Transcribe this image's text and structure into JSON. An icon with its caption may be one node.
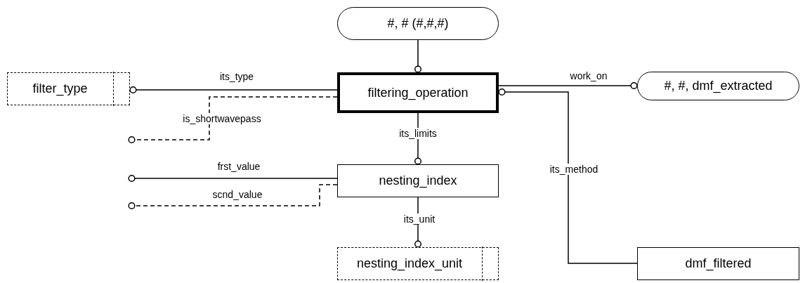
{
  "diagram": {
    "nodes": [
      {
        "text": [
          "#, # (#,#,#)"
        ]
      },
      {
        "text": [
          "filter_type"
        ]
      },
      {
        "text": [
          "filtering_operation"
        ]
      },
      {
        "text": [
          "#, #, dmf_extracted"
        ]
      },
      {
        "text": [
          "nesting_index"
        ]
      },
      {
        "text": [
          "nesting_index_unit"
        ]
      },
      {
        "text": [
          "dmf_filtered"
        ]
      }
    ],
    "edges": [
      {
        "from": 0,
        "to": 2,
        "arrow": "other"
      },
      {
        "from": 2,
        "to": 1,
        "arrow": "other",
        "label": "its_type"
      },
      {
        "from": 2,
        "to": null,
        "arrow": "other",
        "label": "is_shortwavepass",
        "style": "dashed"
      },
      {
        "from": 2,
        "to": 3,
        "arrow": "other",
        "label": "work_on"
      },
      {
        "from": 6,
        "to": 2,
        "arrow": "other",
        "label": "its_method"
      },
      {
        "from": 2,
        "to": 4,
        "arrow": "other",
        "label": "its_limits"
      },
      {
        "from": 4,
        "to": null,
        "arrow": "other",
        "label": "frst_value"
      },
      {
        "from": 4,
        "to": null,
        "arrow": "other",
        "label": "scnd_value",
        "style": "dashed"
      },
      {
        "from": 4,
        "to": 5,
        "arrow": "other",
        "label": "its_unit"
      }
    ]
  }
}
